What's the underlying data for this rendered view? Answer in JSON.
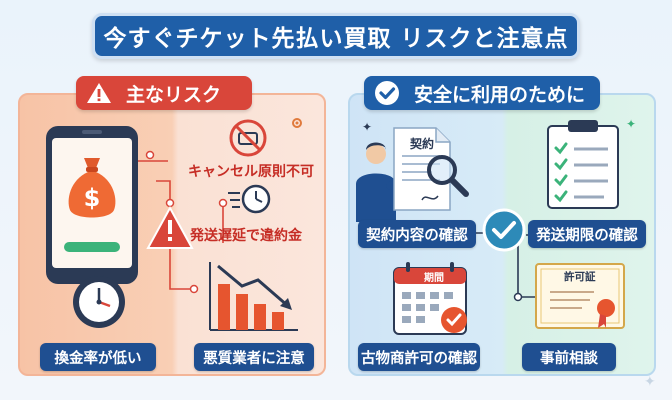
{
  "title": "今すぐチケット先払い買取 リスクと注意点",
  "left_panel": {
    "header": "主なリスク",
    "items": {
      "cancel": "キャンセル原則不可",
      "penalty": "発送遅延で違約金",
      "low_rate": "換金率が低い",
      "bad_vendor": "悪質業者に注意"
    }
  },
  "right_panel": {
    "header": "安全に利用のために",
    "contract_doc_label": "契約",
    "calendar_label": "期間",
    "license_label": "許可証",
    "items": {
      "contract": "契約内容の確認",
      "deadline": "発送期限の確認",
      "license": "古物商許可の確認",
      "consult": "事前相談"
    }
  },
  "colors": {
    "title_bg": "#1f5fa8",
    "risk_red": "#d9463a",
    "label_navy": "#1f4f91",
    "check_green": "#3bb37a"
  },
  "icons": [
    "warning-icon",
    "check-icon",
    "money-bag-icon",
    "stopwatch-icon",
    "no-cancel-icon",
    "clock-icon",
    "downtrend-chart-icon",
    "magnifier-icon",
    "checklist-icon",
    "calendar-icon",
    "certificate-icon"
  ]
}
